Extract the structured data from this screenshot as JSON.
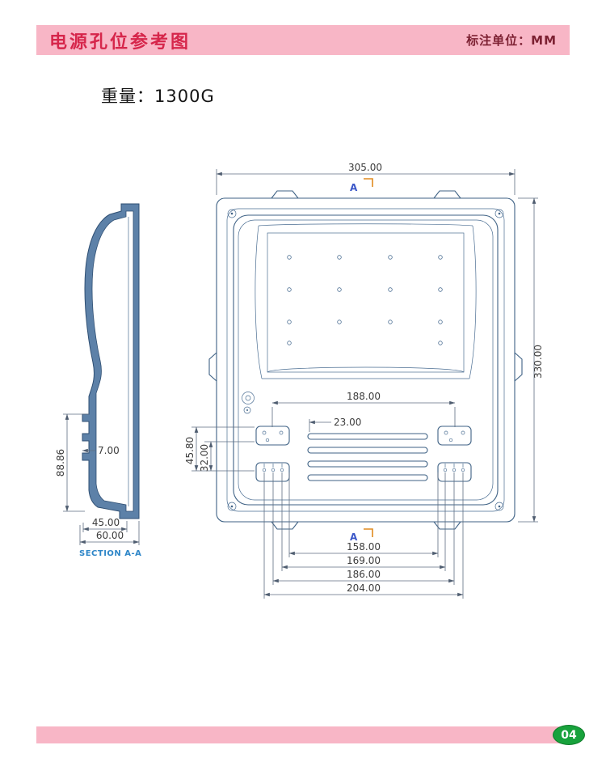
{
  "header": {
    "title": "电源孔位参考图",
    "unit_label": "标注单位：MM"
  },
  "weight_label": "重量：1300G",
  "drawing": {
    "main": {
      "dim_width": "305.00",
      "dim_height": "330.00",
      "dim_span": "188.00",
      "dim_slot": "23.00",
      "dim_v1": "45.80",
      "dim_v2": "32.00",
      "chain": [
        "158.00",
        "169.00",
        "186.00",
        "204.00"
      ],
      "marker": "A"
    },
    "side": {
      "dim_height": "88.86",
      "dim_depth": "7.00",
      "dim_w1": "45.00",
      "dim_w2": "60.00",
      "section_label": "SECTION A-A"
    }
  },
  "footer": {
    "page_number": "04"
  },
  "colors": {
    "header_pink": "#f8b6c6",
    "title_red": "#d6264b",
    "unit_dark_red": "#7d2133",
    "line_blue": "#3f6285",
    "side_fill_blue": "#5d81a8",
    "dim_text": "#3c3c3c",
    "section_blue": "#2e86c8",
    "marker_orange": "#e08a1e",
    "page_green": "#18a23c"
  }
}
